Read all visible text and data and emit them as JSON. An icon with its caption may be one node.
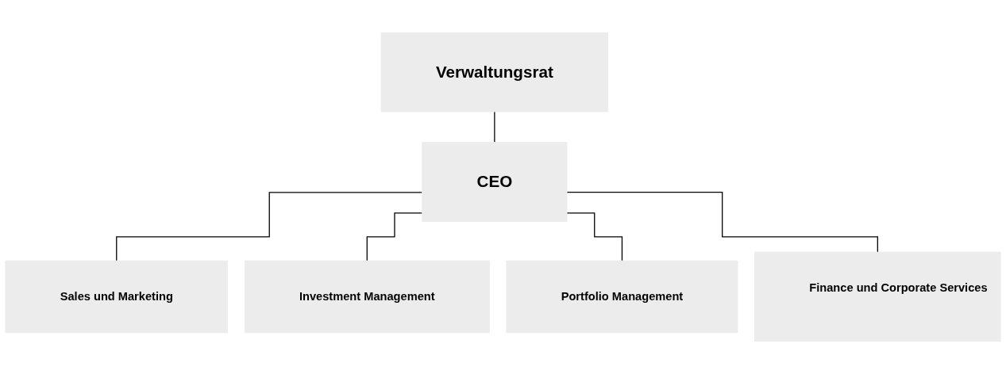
{
  "diagram": {
    "nodes": [
      {
        "text": [
          "Verwaltungsrat"
        ]
      },
      {
        "text": [
          "CEO"
        ]
      },
      {
        "text": [
          "Sales und Marketing"
        ]
      },
      {
        "text": [
          "Investment Management"
        ]
      },
      {
        "text": [
          "Portfolio Management"
        ]
      },
      {
        "text": [
          "Finance und Corporate Services"
        ]
      }
    ],
    "edges": [
      {
        "from": 0,
        "to": 1,
        "arrow": "none"
      },
      {
        "from": 1,
        "to": 2,
        "arrow": "none"
      },
      {
        "from": 1,
        "to": 3,
        "arrow": "none"
      },
      {
        "from": 1,
        "to": 4,
        "arrow": "none"
      },
      {
        "from": 1,
        "to": 5,
        "arrow": "none"
      }
    ]
  }
}
